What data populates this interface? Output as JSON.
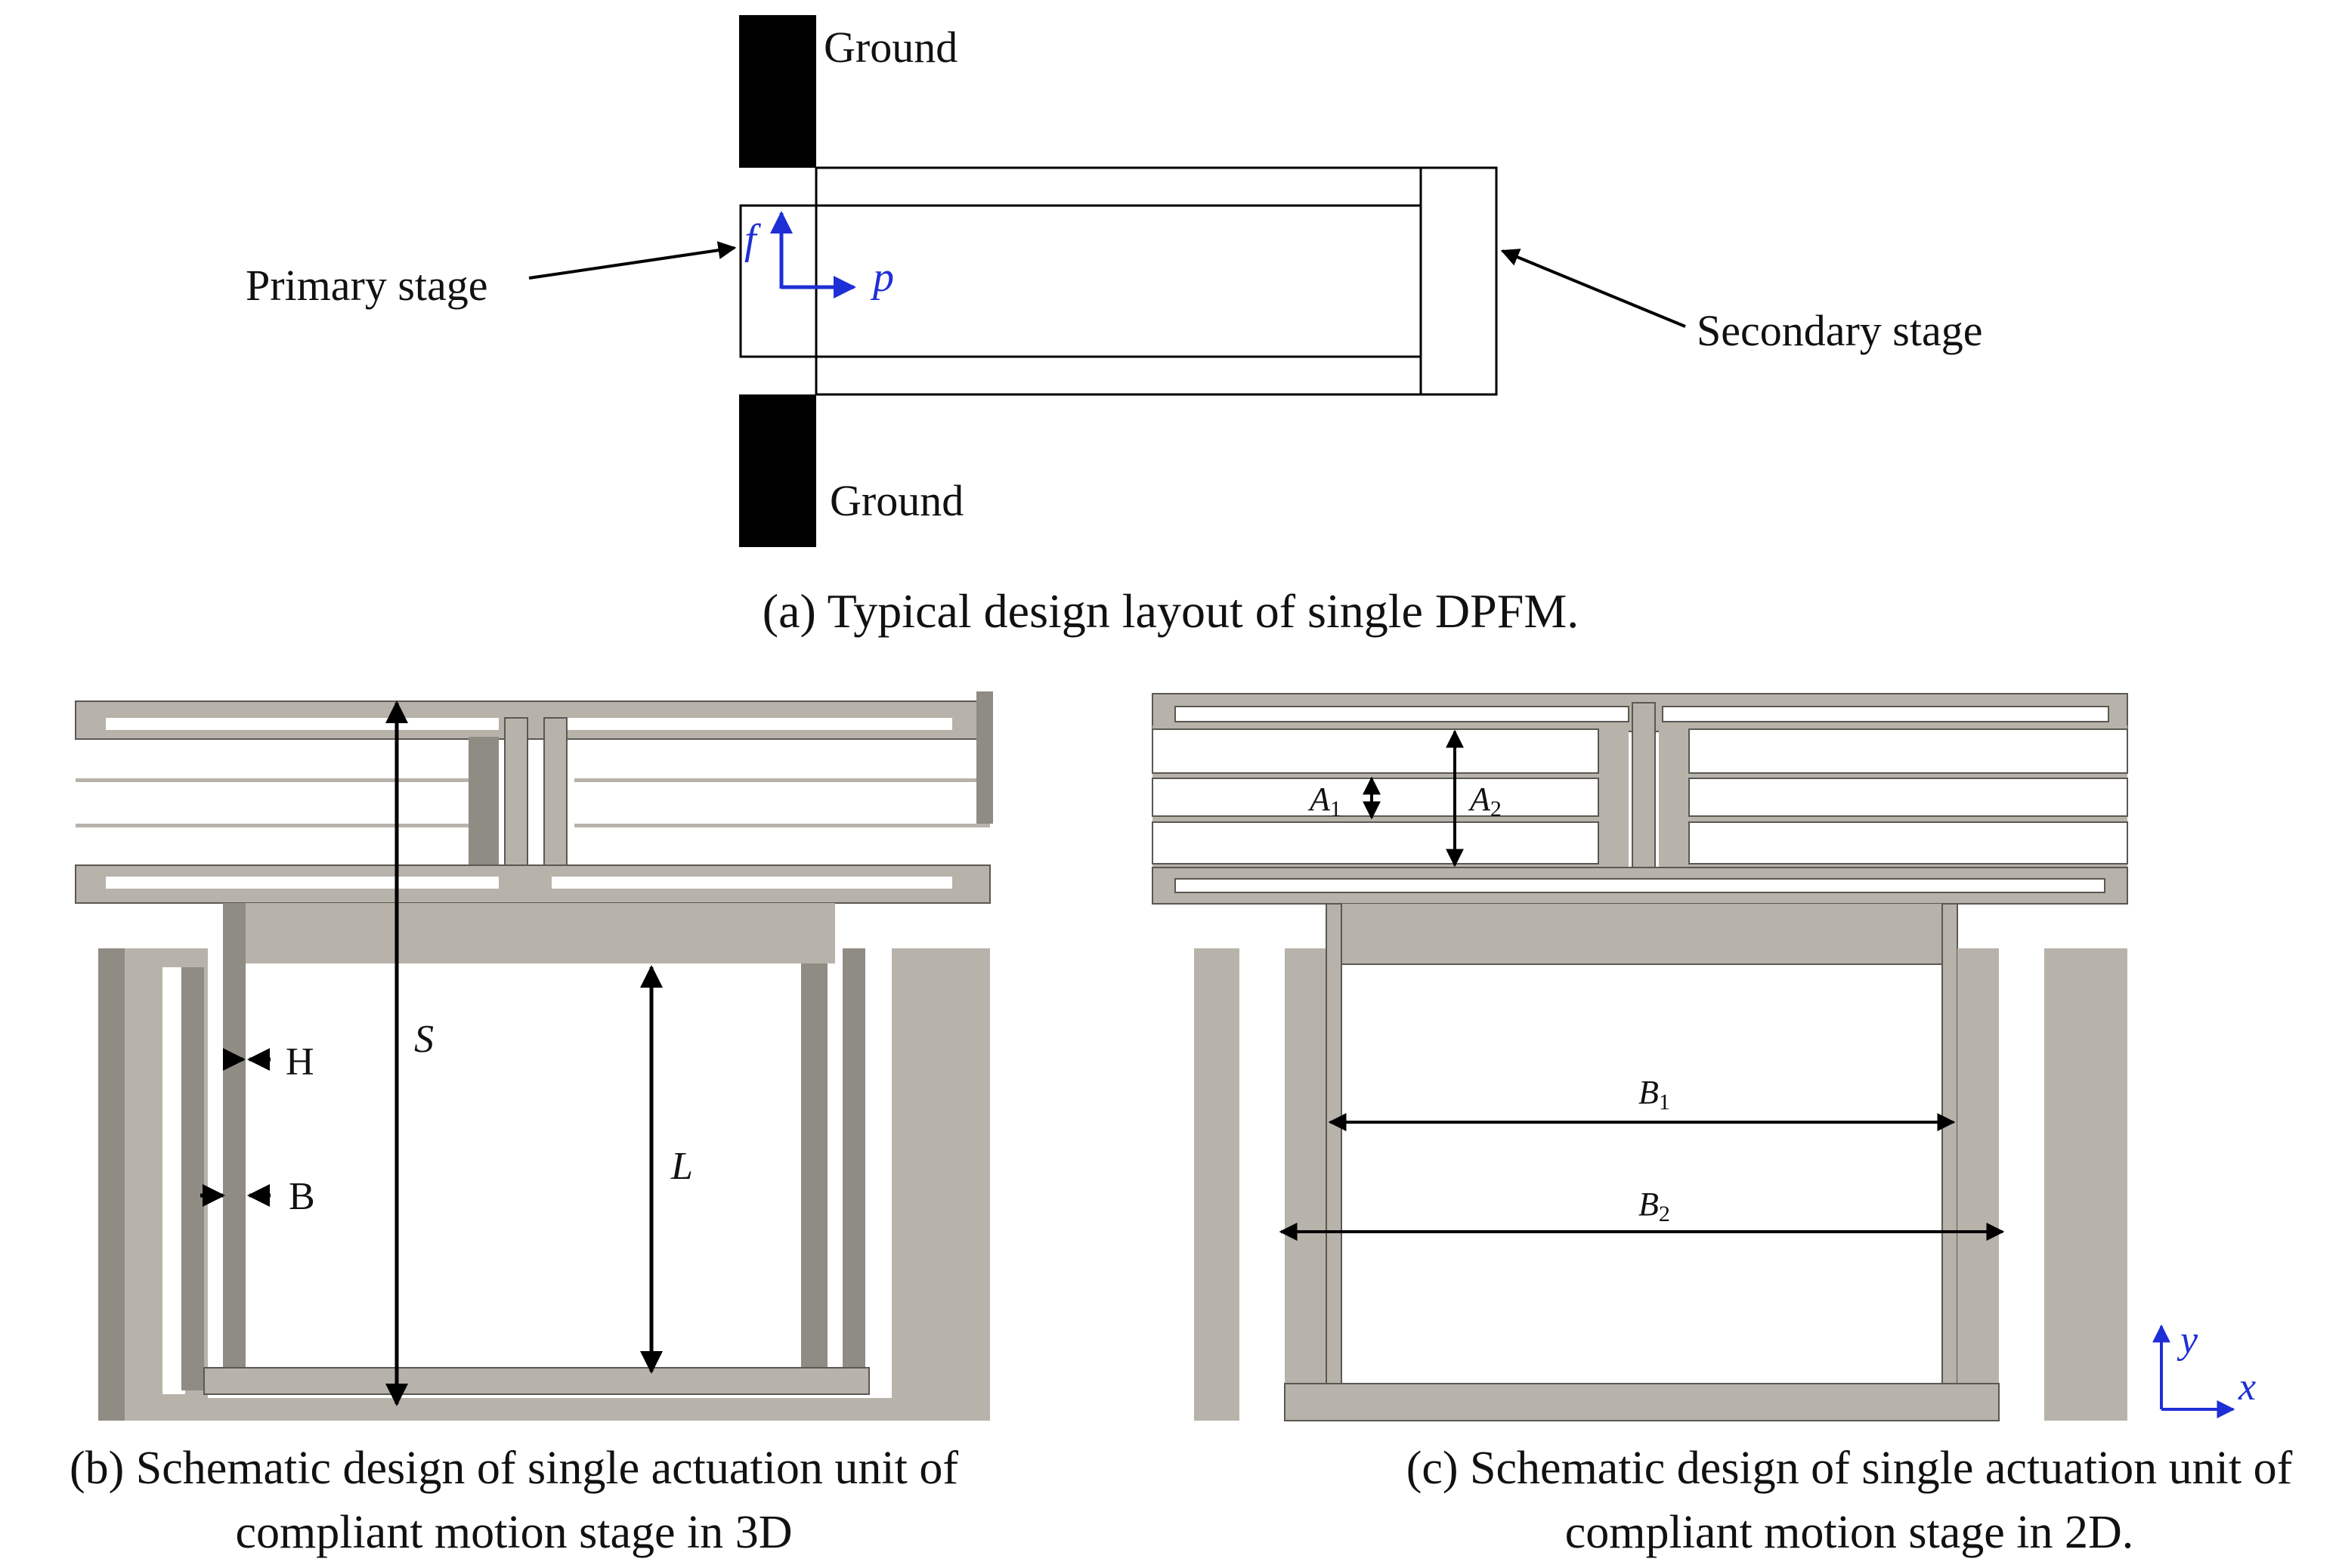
{
  "panel_a": {
    "caption": "(a) Typical design layout of single DPFM.",
    "ground_top": "Ground",
    "ground_bottom": "Ground",
    "primary_stage": "Primary stage",
    "secondary_stage": "Secondary stage",
    "axis_f": "f",
    "axis_p": "p"
  },
  "panel_b": {
    "caption_line1": "(b) Schematic design of single actuation unit of",
    "caption_line2": "compliant motion stage in 3D",
    "dim_S": "S",
    "dim_L": "L",
    "dim_H": "H",
    "dim_B": "B"
  },
  "panel_c": {
    "caption_line1": "(c) Schematic design of single actuation unit of",
    "caption_line2": "compliant motion stage in 2D.",
    "dim_A1": "A",
    "dim_A1_sub": "1",
    "dim_A2": "A",
    "dim_A2_sub": "2",
    "dim_B1": "B",
    "dim_B1_sub": "1",
    "dim_B2": "B",
    "dim_B2_sub": "2",
    "axis_y": "y",
    "axis_x": "x"
  },
  "colors": {
    "material": "#b7b3aa",
    "material_dark": "#8f8c84",
    "outline": "#5a5852",
    "ground": "#000000",
    "axis_blue": "#1f2fd6"
  }
}
